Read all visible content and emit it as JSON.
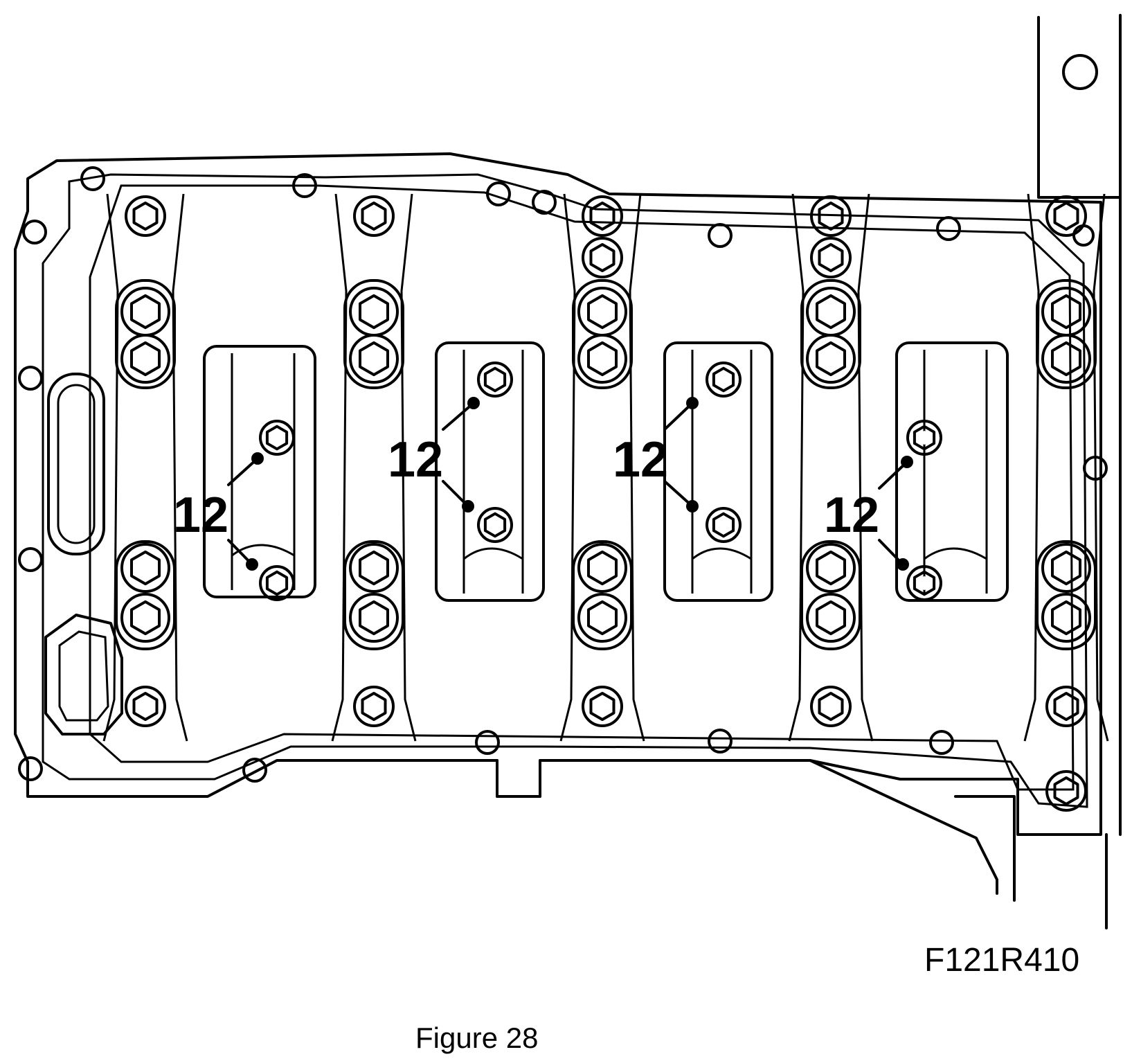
{
  "figure": {
    "drawing_code": "F121R410",
    "caption": "Figure 28",
    "callouts": [
      {
        "label": "12"
      },
      {
        "label": "12"
      },
      {
        "label": "12"
      },
      {
        "label": "12"
      }
    ]
  }
}
